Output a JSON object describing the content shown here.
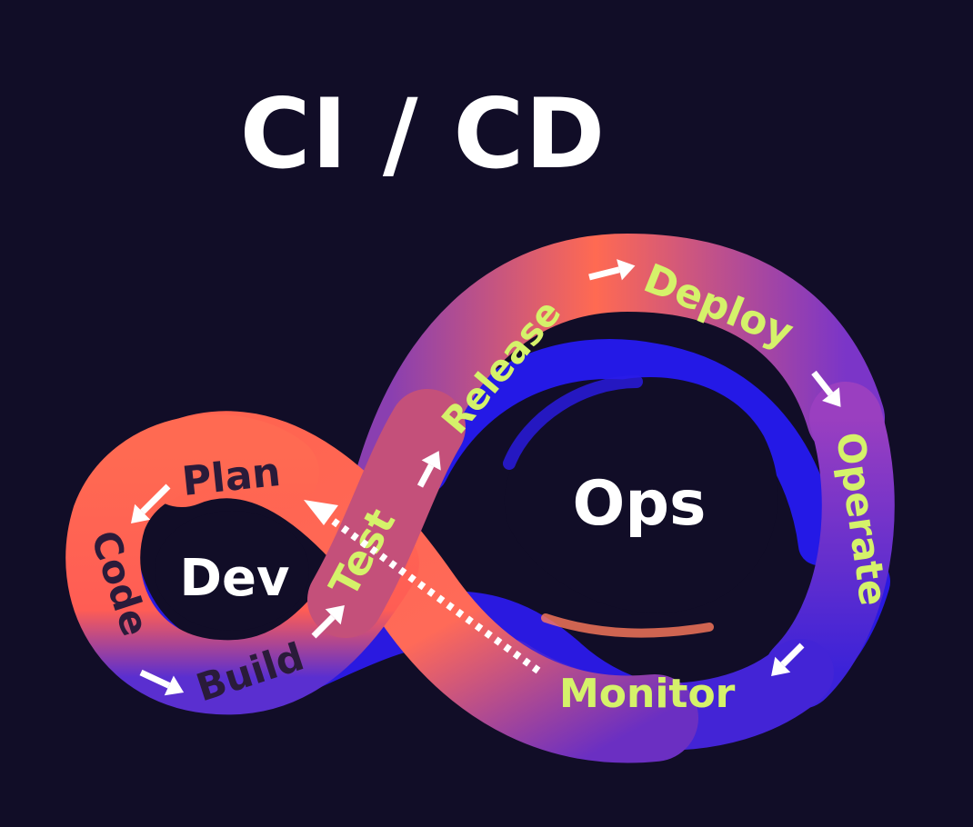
{
  "title": "CI / CD",
  "centers": {
    "dev": "Dev",
    "ops": "Ops"
  },
  "stages": {
    "plan": "Plan",
    "code": "Code",
    "build": "Build",
    "test": "Test",
    "release": "Release",
    "deploy": "Deploy",
    "operate": "Operate",
    "monitor": "Monitor"
  },
  "colors": {
    "background": "#110d27",
    "ribbon_coral": "#ff6450",
    "ribbon_blue": "#2419e6",
    "ribbon_purple": "#7b3aa8",
    "dev_label": "#2a1b3a",
    "ops_label": "#d5f26a",
    "arrow": "#ffffff"
  }
}
